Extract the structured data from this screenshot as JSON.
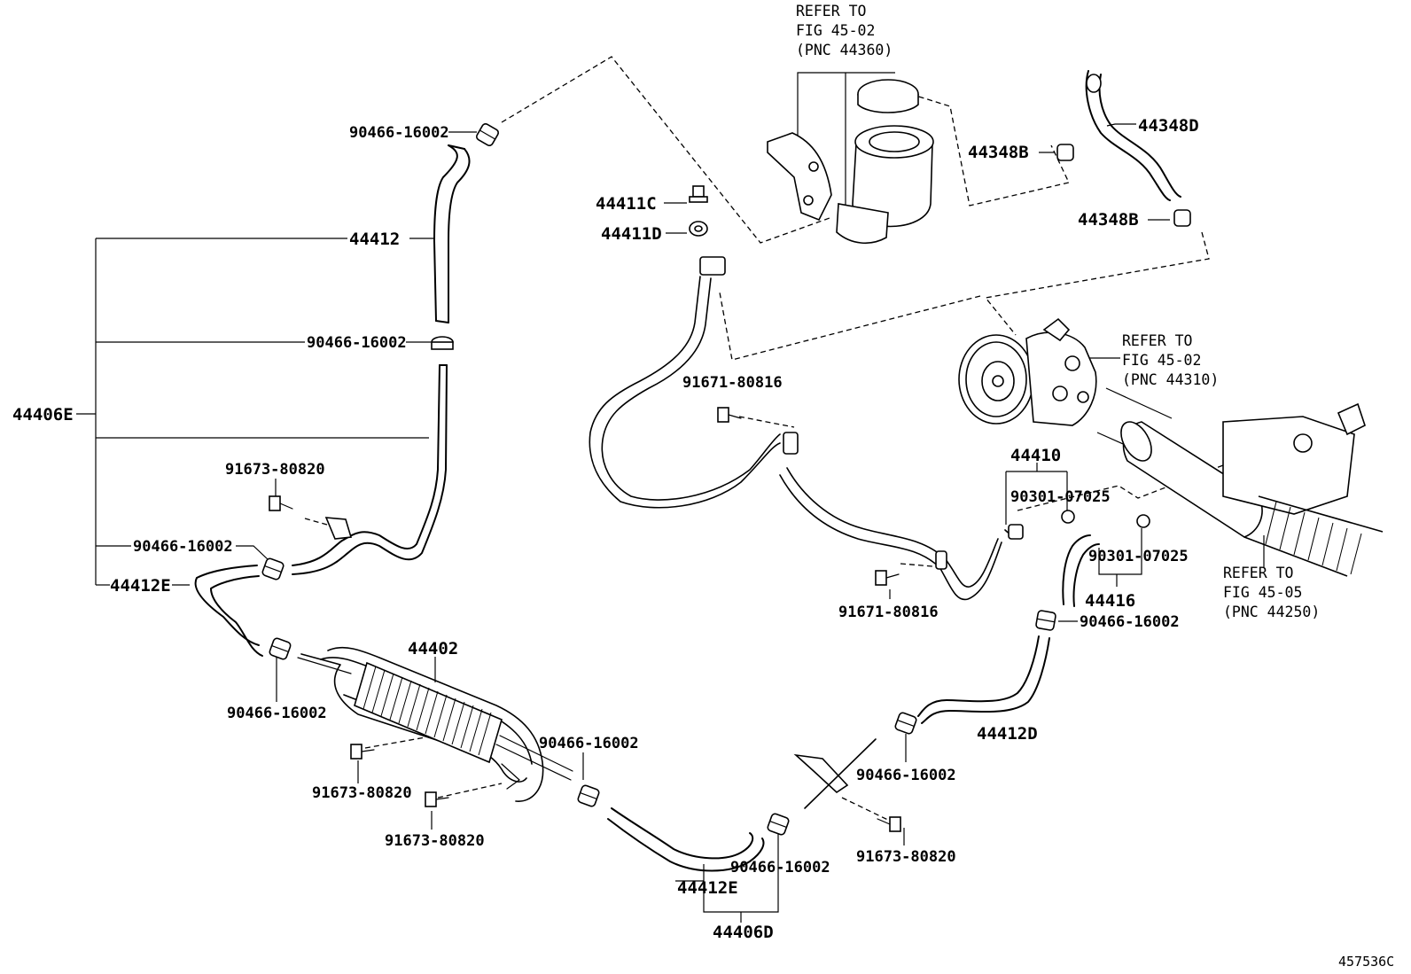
{
  "diagram_id": "457536C",
  "labels": {
    "l_44412": "44412",
    "l_44406E": "44406E",
    "l_44412E_top": "44412E",
    "l_44412E_bottom": "44412E",
    "l_44406D": "44406D",
    "l_44402": "44402",
    "l_44412D": "44412D",
    "l_44410": "44410",
    "l_44416": "44416",
    "l_44411C": "44411C",
    "l_44411D": "44411D",
    "l_44348D": "44348D",
    "l_44348B_top": "44348B",
    "l_44348B_bottom": "44348B",
    "clamp_1": "90466-16002",
    "clamp_2": "90466-16002",
    "clamp_3": "90466-16002",
    "clamp_4": "90466-16002",
    "clamp_5": "90466-16002",
    "clamp_6": "90466-16002",
    "clamp_7": "90466-16002",
    "clamp_8": "90466-16002",
    "bolt_91673_a": "91673-80820",
    "bolt_91673_b": "91673-80820",
    "bolt_91673_c": "91673-80820",
    "bolt_91673_d": "91673-80820",
    "bolt_91671_a": "91671-80816",
    "bolt_91671_b": "91671-80816",
    "oring_a": "90301-07025",
    "oring_b": "90301-07025"
  },
  "refs": {
    "reservoir": [
      "REFER TO",
      "FIG 45-02",
      "(PNC 44360)"
    ],
    "pump": [
      "REFER TO",
      "FIG 45-02",
      "(PNC 44310)"
    ],
    "gear": [
      "REFER TO",
      "FIG 45-05",
      "(PNC 44250)"
    ]
  }
}
